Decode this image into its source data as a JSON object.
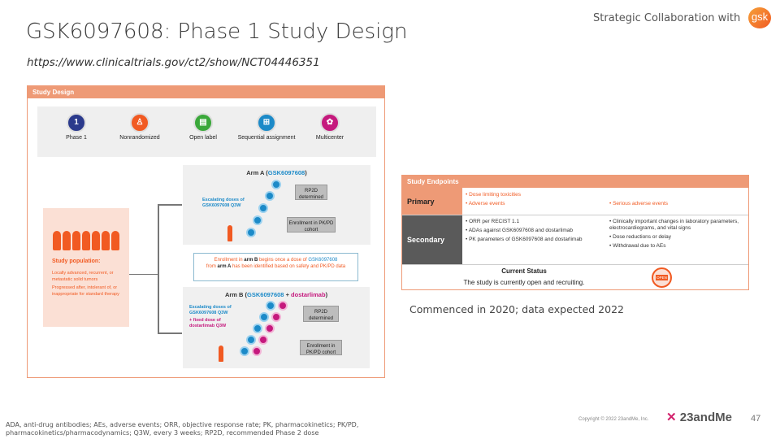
{
  "header": {
    "title": "GSK6097608: Phase 1 Study Design",
    "url": "https://www.clinicaltrials.gov/ct2/show/NCT04446351",
    "collab": "Strategic Collaboration with",
    "partner_logo": "gsk"
  },
  "design": {
    "title": "Study Design",
    "features": [
      {
        "label": "Phase 1",
        "icon": "1",
        "color": "#2b3a8c"
      },
      {
        "label": "Nonrandomized",
        "icon": "person",
        "color": "#f15a22"
      },
      {
        "label": "Open label",
        "icon": "document",
        "color": "#3aa83a"
      },
      {
        "label": "Sequential assignment",
        "icon": "flowchart",
        "color": "#1c8ac8"
      },
      {
        "label": "Multicenter",
        "icon": "group",
        "color": "#c5197d"
      }
    ],
    "population": {
      "title": "Study population:",
      "items": [
        "Locally advanced, recurrent, or metastatic solid tumors",
        "Progressed after, intolerant of, or inappropriate for standard therapy"
      ]
    },
    "armA": {
      "prefix": "Arm A (",
      "drug": "GSK6097608",
      "suffix": ")",
      "escalating": "Escalating doses of GSK6097608 Q3W",
      "rp2d": "RP2D determined",
      "enroll": "Enrollment in PK/PD cohort"
    },
    "note": {
      "p1": "Enrollment in ",
      "b1": "arm B",
      "p2": " begins once a dose of ",
      "drug": "GSK6097608",
      "p3": " from ",
      "b2": "arm A",
      "p4": " has been identified based on safety and PK/PD data"
    },
    "armB": {
      "prefix": "Arm B (",
      "drug": "GSK6097608",
      "plus": " + ",
      "drug2": "dostarlimab",
      "suffix": ")",
      "esc1": "Escalating doses of GSK6097608 Q3W",
      "esc2": "+ fixed dose of dostarlimab Q3W",
      "rp2d": "RP2D determined",
      "enroll": "Enrollment in PK/PD cohort"
    }
  },
  "endpoints": {
    "title": "Study Endpoints",
    "primary": {
      "label": "Primary",
      "col1": [
        "• Dose limiting toxicities",
        "• Adverse events"
      ],
      "col2": [
        "• Serious adverse events"
      ]
    },
    "secondary": {
      "label": "Secondary",
      "col1": [
        "• ORR per RECIST 1.1",
        "• ADAs against GSK6097608 and dostarlimab",
        "• PK parameters of GSK6097608 and dostarlimab"
      ],
      "col2": [
        "• Clinically important changes in laboratory parameters, electrocardiograms, and vital signs",
        "• Dose reductions or delay",
        "• Withdrawal due to AEs"
      ]
    },
    "status_title": "Current Status",
    "status_text": "The study is currently open and recruiting.",
    "status_badge": "OPEN"
  },
  "commenced": "Commenced in 2020; data expected 2022",
  "footnote": [
    "ADA, anti-drug antibodies; AEs, adverse events; ORR, objective response rate; PK, pharmacokinetics; PK/PD,",
    "pharmacokinetics/pharmacodynamics; Q3W, every 3 weeks; RP2D, recommended Phase 2 dose"
  ],
  "footer": {
    "copyright": "Copyright © 2022 23andMe, Inc.",
    "logo": "23andMe",
    "page": "47"
  }
}
